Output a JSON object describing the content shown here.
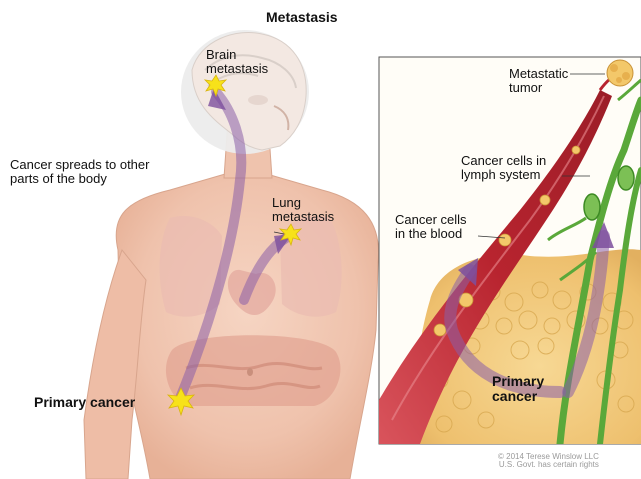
{
  "figure": {
    "title": "Metastasis",
    "spread_caption": "Cancer spreads to other\nparts of the body",
    "brain_label": "Brain\nmetastasis",
    "lung_label": "Lung\nmetastasis",
    "primary_cancer_label": "Primary cancer"
  },
  "inset": {
    "metastatic_tumor_label": "Metastatic\ntumor",
    "lymph_label": "Cancer cells in\nlymph system",
    "blood_label": "Cancer cells\nin the blood",
    "primary_cancer_label": "Primary\ncancer"
  },
  "credit": {
    "text": "© 2014 Terese Winslow LLC\nU.S. Govt. has certain rights"
  },
  "colors": {
    "skin": "#f2c9b4",
    "vessel": "#c0303b",
    "lymph": "#5aa83a",
    "tissue": "#f3cd84",
    "arrow": "#8a5fa8",
    "star": "#f7e21a"
  }
}
